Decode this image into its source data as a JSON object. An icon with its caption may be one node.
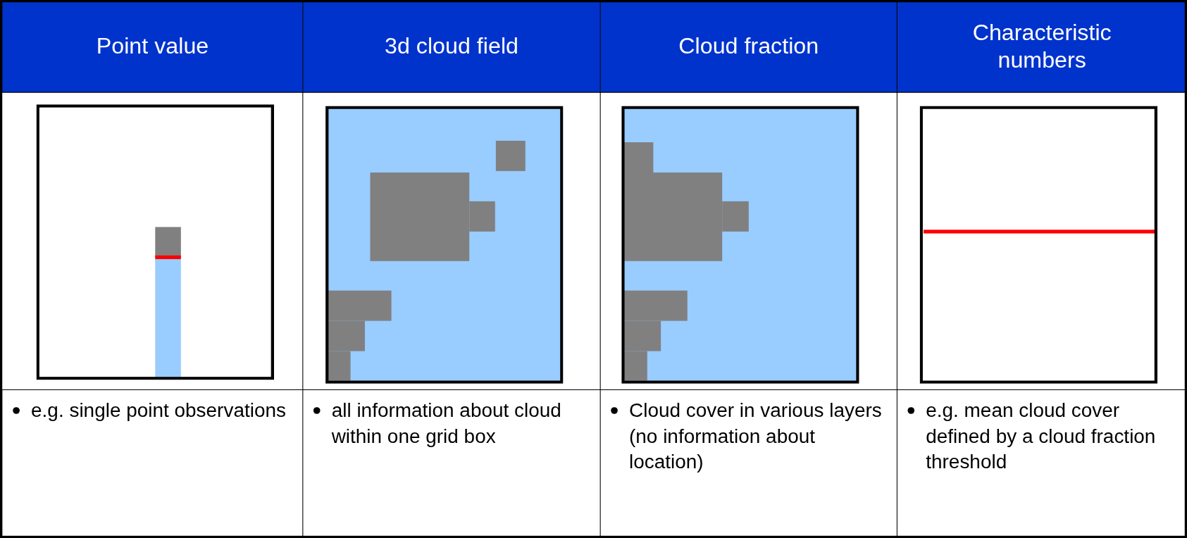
{
  "diagram": {
    "labels": [
      "Point value",
      "3d cloud field",
      "Cloud fraction",
      "Characteristic numbers",
      "e.g. single point observations",
      "all information about cloud within one grid box",
      "Cloud cover in various layers (no information about location)",
      "e.g. mean cloud cover defined by a cloud fraction threshold"
    ]
  }
}
